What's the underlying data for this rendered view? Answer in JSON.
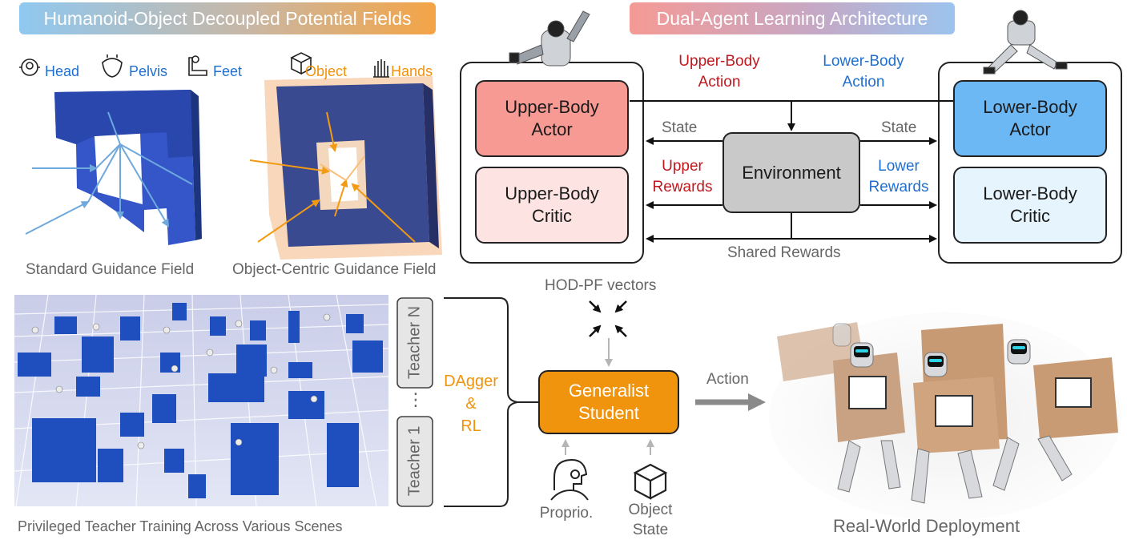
{
  "banners": {
    "left": "Humanoid-Object Decoupled Potential Fields",
    "right": "Dual-Agent Learning Architecture"
  },
  "legend": {
    "head": "Head",
    "pelvis": "Pelvis",
    "feet": "Feet",
    "object": "Object",
    "hands": "Hands"
  },
  "captions": {
    "standard": "Standard Guidance Field",
    "object_centric": "Object-Centric Guidance Field",
    "teacher_training": "Privileged Teacher Training Across Various Scenes",
    "deployment": "Real-World Deployment"
  },
  "architecture": {
    "upper_actor": [
      "Upper-Body",
      "Actor"
    ],
    "upper_critic": [
      "Upper-Body",
      "Critic"
    ],
    "lower_actor": [
      "Lower-Body",
      "Actor"
    ],
    "lower_critic": [
      "Lower-Body",
      "Critic"
    ],
    "environment": "Environment",
    "upper_action": [
      "Upper-Body",
      "Action"
    ],
    "lower_action": [
      "Lower-Body",
      "Action"
    ],
    "state_left": "State",
    "state_right": "State",
    "upper_rewards": [
      "Upper",
      "Rewards"
    ],
    "lower_rewards": [
      "Lower",
      "Rewards"
    ],
    "shared_rewards": "Shared Rewards"
  },
  "student": {
    "teacher_n": "Teacher N",
    "teacher_1": "Teacher 1",
    "ellipsis": "⋮",
    "dagger": [
      "DAgger",
      "&",
      "RL"
    ],
    "hod_pf": "HOD-PF vectors",
    "generalist": [
      "Generalist",
      "Student"
    ],
    "action": "Action",
    "proprio": "Proprio.",
    "object_state": [
      "Object",
      "State"
    ]
  },
  "colors": {
    "actor_upper": "#f79a93",
    "critic_upper": "#fde4e2",
    "actor_lower": "#6cb8f5",
    "critic_lower": "#e6f4fd",
    "environment": "#c9c9c9",
    "student": "#f0930d",
    "obstacle": "#1f4fbf"
  }
}
